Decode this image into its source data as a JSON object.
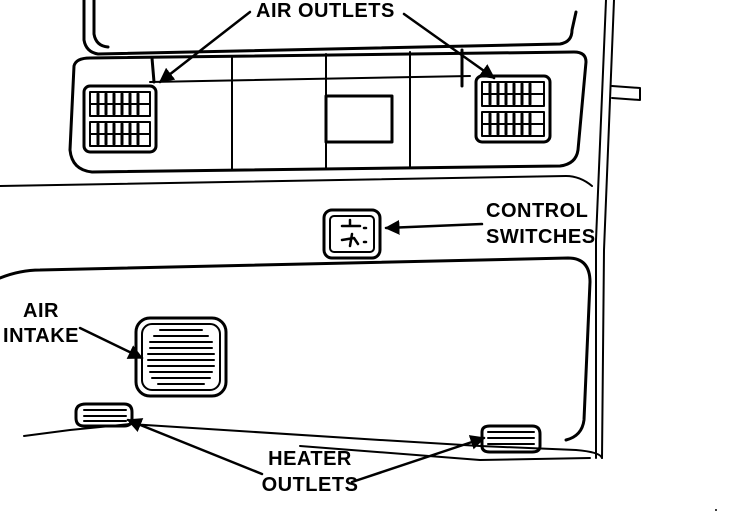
{
  "labels": {
    "air_outlets": "AIR OUTLETS",
    "control_switches_1": "CONTROL",
    "control_switches_2": "SWITCHES",
    "air_intake_1": "AIR",
    "air_intake_2": "INTAKE",
    "heater_outlets_1": "HEATER",
    "heater_outlets_2": "OUTLETS"
  },
  "colors": {
    "ink": "#000000",
    "paper": "#ffffff"
  }
}
